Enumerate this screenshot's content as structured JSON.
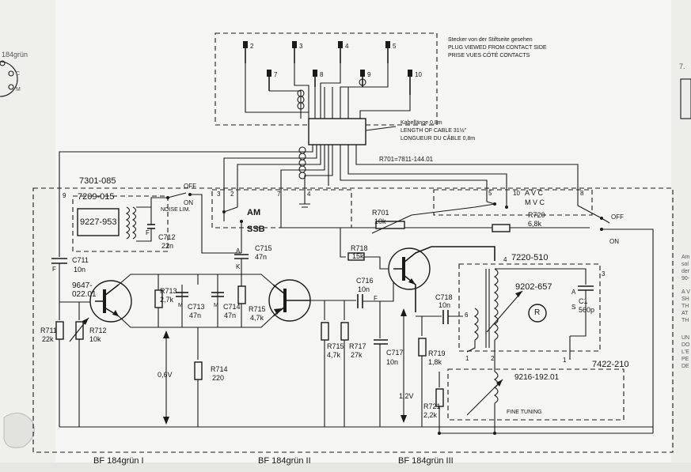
{
  "connector": {
    "note_de": "Stecker von der Stiftseite gesehen",
    "note_en": "PLUG VIEWED FROM CONTACT SIDE",
    "note_fr": "PRISE VUES CÔTÉ CONTACTS",
    "pins_top": [
      "2",
      "3",
      "4",
      "5"
    ],
    "pins_mid": [
      "7",
      "8",
      "9",
      "10"
    ]
  },
  "cable": {
    "de": "Kabellänge 0,8m",
    "en": "LENGTH OF CABLE 31½\"",
    "fr": "LONGUEUR DU CÂBLE 0,8m"
  },
  "r701_note": "R701=7811-144.01",
  "modules": {
    "m7301": "7301-085",
    "m7209": "7209-015",
    "m9227": "9227-953",
    "m7220": "7220-510",
    "m9202": "9202-657",
    "m7422": "7422-210",
    "m9216": "9216-192.01",
    "q1": [
      "9647-",
      "022.01"
    ]
  },
  "switches": {
    "off": "OFF",
    "on": "ON",
    "noise_lim": "NOISE LIM.",
    "am": "AM",
    "ssb": "SSB",
    "avc": "A V C",
    "mvc": "M V C",
    "off2": "OFF",
    "on2": "ON",
    "fine_tuning": "FINE TUNING"
  },
  "terminals": {
    "t9": "9",
    "t3": "3",
    "t2": "2",
    "t7": "7",
    "t4": "4",
    "t5": "5",
    "t10": "10",
    "t8": "8",
    "t6": "6",
    "t1": "1",
    "t4b": "4",
    "t3b": "3",
    "t2b": "2",
    "t1b": "1"
  },
  "components": {
    "c711": [
      "C711",
      "10n"
    ],
    "c712": [
      "C712",
      "22n"
    ],
    "c715": [
      "C715",
      "47n"
    ],
    "c713": [
      "C713",
      "47n"
    ],
    "c714": [
      "C714",
      "47n"
    ],
    "c716": [
      "C716",
      "10n"
    ],
    "c717": [
      "C717",
      "10n"
    ],
    "c718": [
      "C718",
      "10n"
    ],
    "c1": [
      "C1",
      "560p"
    ],
    "r711": [
      "R711",
      "22k"
    ],
    "r712": [
      "R712",
      "10k"
    ],
    "r713": [
      "R713",
      "2,7k"
    ],
    "r714": [
      "R714",
      "220"
    ],
    "r715a": [
      "R715",
      "4,7k"
    ],
    "r715b": [
      "R715",
      "4,7k"
    ],
    "r717": [
      "R717",
      "27k"
    ],
    "r718": [
      "R718",
      "15k"
    ],
    "r719": [
      "R719",
      "1,8k"
    ],
    "r720": [
      "R720",
      "6,8k"
    ],
    "r721": [
      "R721",
      "2,2k"
    ],
    "r701": [
      "R701",
      "10k"
    ]
  },
  "markers": {
    "F1": "F",
    "F2": "F",
    "F3": "F",
    "K": "K",
    "M1": "M",
    "M2": "M",
    "A1": "A",
    "A2": "A",
    "S": "S",
    "R": "R"
  },
  "voltages": {
    "v1": "0,6V",
    "v2": "1,2V"
  },
  "transistors": [
    "BF 184grün  I",
    "BF 184grün  II",
    "BF 184grün  III"
  ],
  "edges": {
    "left_top": "184grün",
    "left_c": "C",
    "left_m": "M",
    "right_top": "7.",
    "right_lines": [
      "Am",
      "sol",
      "der",
      "90-",
      "A V",
      "SH",
      "TH",
      "AT",
      "TH",
      "UN",
      "DO",
      "L'E",
      "PE",
      "DE"
    ]
  }
}
